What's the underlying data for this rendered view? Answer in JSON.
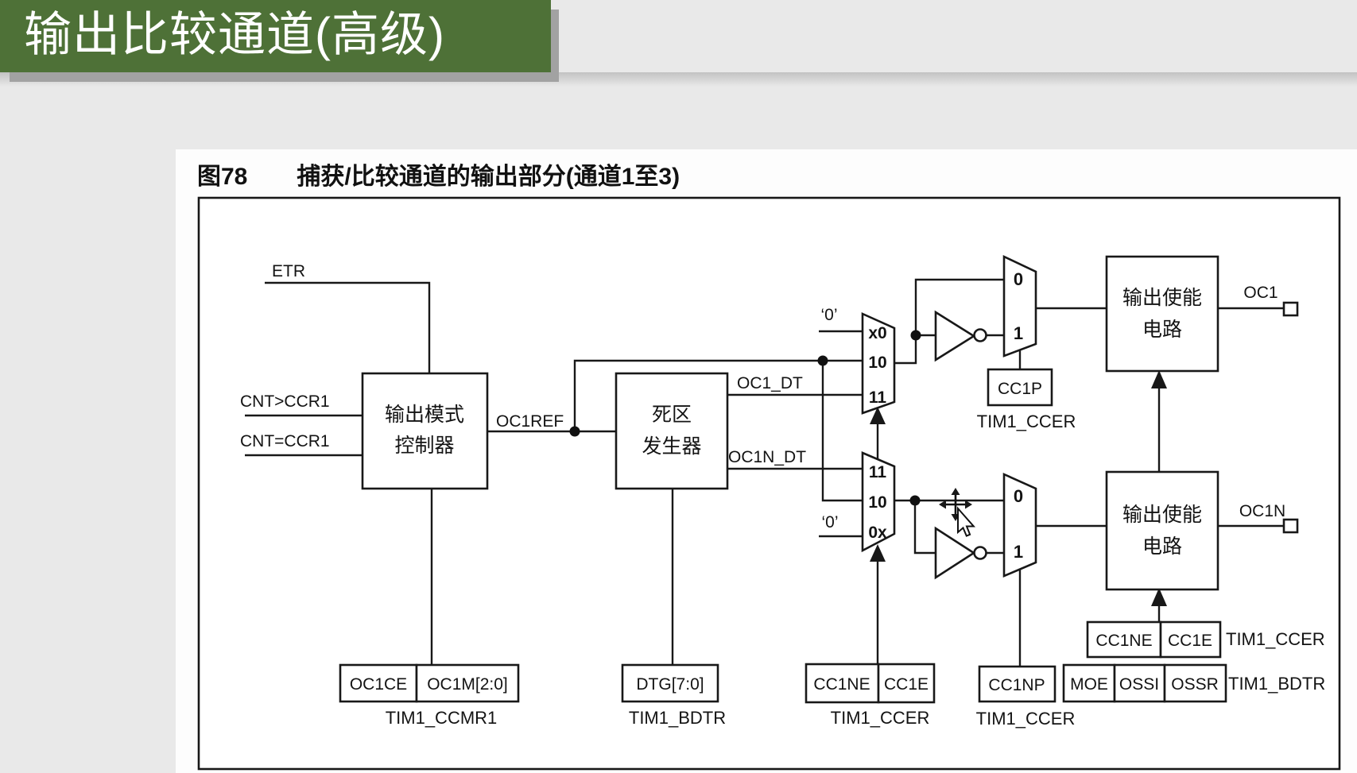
{
  "banner": {
    "title": "输出比较通道(高级)"
  },
  "figure": {
    "label": "图78",
    "caption": "捕获/比较通道的输出部分(通道1至3)"
  },
  "blocks": {
    "omc": {
      "line1": "输出模式",
      "line2": "控制器"
    },
    "dtg": {
      "line1": "死区",
      "line2": "发生器"
    },
    "oe_top": {
      "line1": "输出使能",
      "line2": "电路"
    },
    "oe_bot": {
      "line1": "输出使能",
      "line2": "电路"
    }
  },
  "signals": {
    "etr": "ETR",
    "cnt_gt": "CNT>CCR1",
    "cnt_eq": "CNT=CCR1",
    "oc1ref": "OC1REF",
    "oc1_dt": "OC1_DT",
    "oc1n_dt": "OC1N_DT",
    "zero_top": "‘0’",
    "zero_bot": "‘0’",
    "oc1": "OC1",
    "oc1n": "OC1N"
  },
  "mux_top": {
    "in1": "x0",
    "in2": "10",
    "in3": "11"
  },
  "mux_bot": {
    "in1": "11",
    "in2": "10",
    "in3": "0x"
  },
  "sel_top": {
    "in0": "0",
    "in1": "1"
  },
  "sel_bot": {
    "in0": "0",
    "in1": "1"
  },
  "registers": {
    "oc1ce": "OC1CE",
    "oc1m": "OC1M[2:0]",
    "ccmr1": "TIM1_CCMR1",
    "dtg_bits": "DTG[7:0]",
    "bdtr_left": "TIM1_BDTR",
    "cc1ne_mid": "CC1NE",
    "cc1e_mid": "CC1E",
    "ccer_mid": "TIM1_CCER",
    "cc1np": "CC1NP",
    "ccer_cc1np": "TIM1_CCER",
    "cc1p": "CC1P",
    "ccer_cc1p": "TIM1_CCER",
    "cc1ne_right": "CC1NE",
    "cc1e_right": "CC1E",
    "ccer_right": "TIM1_CCER",
    "moe": "MOE",
    "ossi": "OSSI",
    "ossr": "OSSR",
    "bdtr_right": "TIM1_BDTR"
  }
}
